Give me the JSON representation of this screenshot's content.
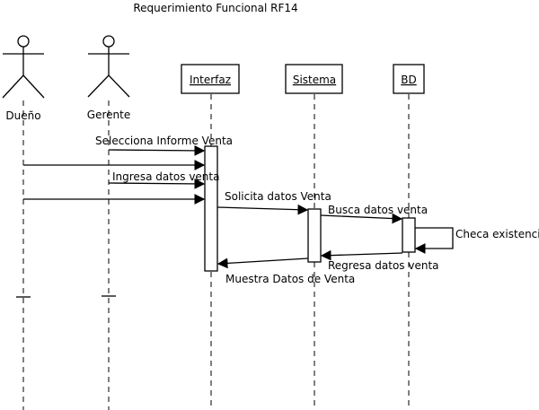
{
  "title": "Requerimiento Funcional RF14",
  "actors": [
    {
      "id": "dueno",
      "label": "Dueño"
    },
    {
      "id": "gerente",
      "label": "Gerente"
    }
  ],
  "objects": [
    {
      "id": "interfaz",
      "label": "Interfaz"
    },
    {
      "id": "sistema",
      "label": "Sistema"
    },
    {
      "id": "bd",
      "label": "BD"
    }
  ],
  "messages": [
    {
      "id": "selecciona",
      "label": "Selecciona Informe Venta"
    },
    {
      "id": "dueno-call-1",
      "label": ""
    },
    {
      "id": "ingresa",
      "label": "Ingresa datos venta"
    },
    {
      "id": "dueno-call-2",
      "label": ""
    },
    {
      "id": "solicita",
      "label": "Solicita datos Venta"
    },
    {
      "id": "busca",
      "label": "Busca datos venta"
    },
    {
      "id": "checa",
      "label": "Checa existencia"
    },
    {
      "id": "regresa",
      "label": "Regresa datos venta"
    },
    {
      "id": "muestra",
      "label": "Muestra Datos de Venta"
    }
  ]
}
